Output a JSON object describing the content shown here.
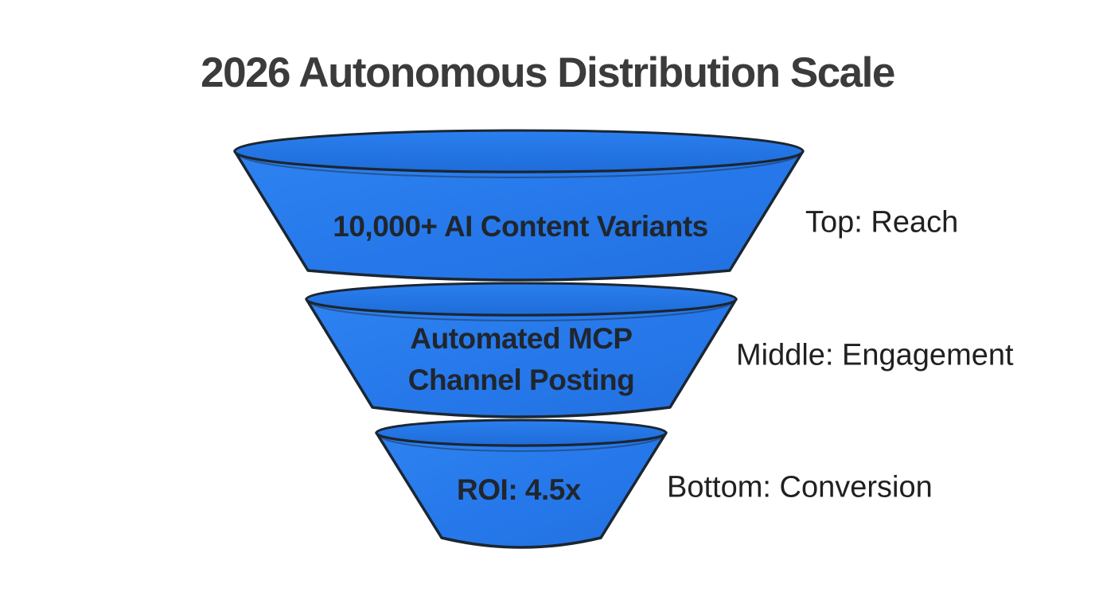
{
  "title": "2026 Autonomous Distribution Scale",
  "funnel": {
    "type": "funnel",
    "segments": [
      {
        "position": "top",
        "label": "10,000+ AI Content Variants",
        "side_label": "Top: Reach"
      },
      {
        "position": "middle",
        "label": "Automated MCP Channel Posting",
        "side_label": "Middle: Engagement"
      },
      {
        "position": "bottom",
        "label": "ROI: 4.5x",
        "side_label": "Bottom: Conversion"
      }
    ]
  },
  "colors": {
    "background": "#FFFFFF",
    "funnel_fill": "#2678EA",
    "funnel_fill_light": "#2E82F0",
    "funnel_fill_dark": "#1E6CD9",
    "funnel_outline": "#1B2632",
    "title_text": "#3B3B3B",
    "segment_label_text": "#20262E",
    "side_label_text": "#202020"
  }
}
